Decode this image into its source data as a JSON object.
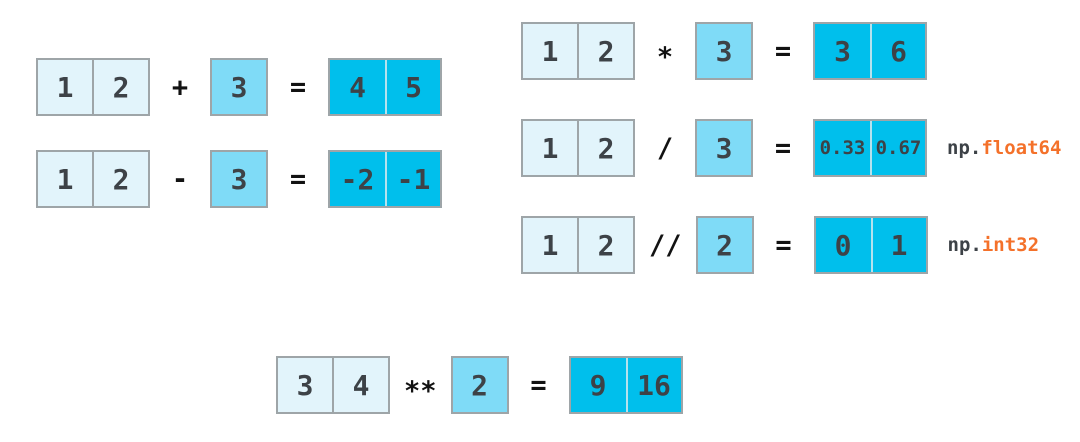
{
  "colors": {
    "array_fill": "#e2f4fb",
    "cell_border": "#9ea5a8",
    "scalar_fill": "#7fdbf7",
    "result_fill": "#00bfec",
    "result_divider": "#b5e2ee",
    "digit_color": "#3d4247",
    "operator_color": "#121212",
    "dtype_orange": "#f4712a",
    "canvas_bg": "#ffffff"
  },
  "equations": {
    "add": {
      "array": [
        "1",
        "2"
      ],
      "op": "+",
      "scalar": "3",
      "equals": "=",
      "result": [
        "4",
        "5"
      ]
    },
    "sub": {
      "array": [
        "1",
        "2"
      ],
      "op": "-",
      "scalar": "3",
      "equals": "=",
      "result": [
        "-2",
        "-1"
      ]
    },
    "mul": {
      "array": [
        "1",
        "2"
      ],
      "op": "*",
      "scalar": "3",
      "equals": "=",
      "result": [
        "3",
        "6"
      ]
    },
    "div": {
      "array": [
        "1",
        "2"
      ],
      "op": "/",
      "scalar": "3",
      "equals": "=",
      "result": [
        "0.33",
        "0.67"
      ],
      "dtype_prefix": "np.",
      "dtype_name": "float64"
    },
    "floordiv": {
      "array": [
        "1",
        "2"
      ],
      "op": "//",
      "scalar": "2",
      "equals": "=",
      "result": [
        "0",
        "1"
      ],
      "dtype_prefix": "np.",
      "dtype_name": "int32"
    },
    "pow": {
      "array": [
        "3",
        "4"
      ],
      "op": "**",
      "scalar": "2",
      "equals": "=",
      "result": [
        "9",
        "16"
      ]
    }
  }
}
